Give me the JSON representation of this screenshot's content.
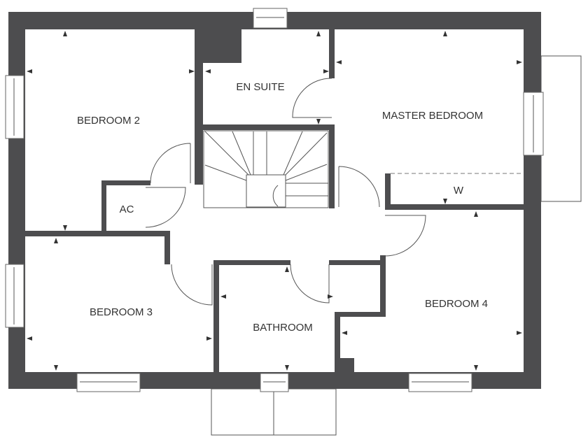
{
  "plan": {
    "rooms": {
      "bedroom2": "BEDROOM 2",
      "ensuite": "EN SUITE",
      "master": "MASTER BEDROOM",
      "wardrobe": "W",
      "ac": "AC",
      "bedroom3": "BEDROOM 3",
      "bathroom": "BATHROOM",
      "bedroom4": "BEDROOM 4"
    },
    "colors": {
      "wall": "#4d4d4f",
      "line": "#555555"
    }
  }
}
